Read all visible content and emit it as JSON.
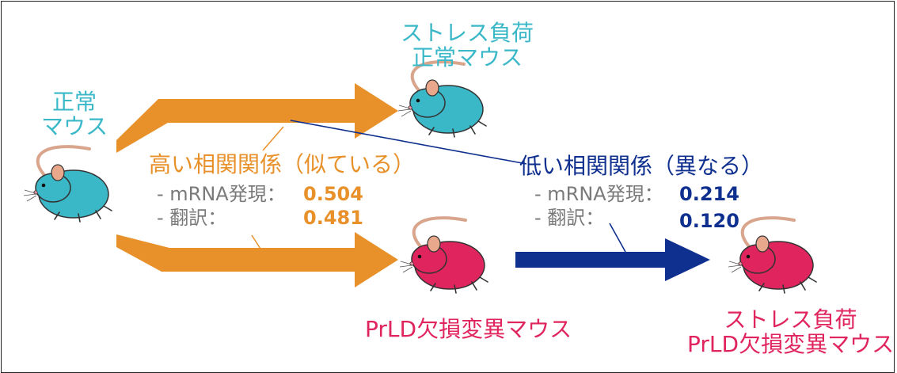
{
  "colors": {
    "normal": "#3ab8c8",
    "mutant": "#e0245e",
    "high_corr": "#e8912a",
    "low_corr": "#10308f",
    "metric_label": "#7a7a7a"
  },
  "nodes": {
    "normal_mouse": "正常\nマウス",
    "stressed_normal": "ストレス負荷\n正常マウス",
    "prld_mutant": "PrLD欠損変異マウス",
    "stressed_prld": "ストレス負荷\nPrLD欠損変異マウス"
  },
  "high_correlation": {
    "title": "高い相関関係（似ている）",
    "mrna_label": "- mRNA発現：",
    "mrna_value": "0.504",
    "translation_label": "- 翻訳：",
    "translation_value": "0.481"
  },
  "low_correlation": {
    "title": "低い相関関係（異なる）",
    "mrna_label": "- mRNA発現：",
    "mrna_value": "0.214",
    "translation_label": "- 翻訳：",
    "translation_value": "0.120"
  }
}
